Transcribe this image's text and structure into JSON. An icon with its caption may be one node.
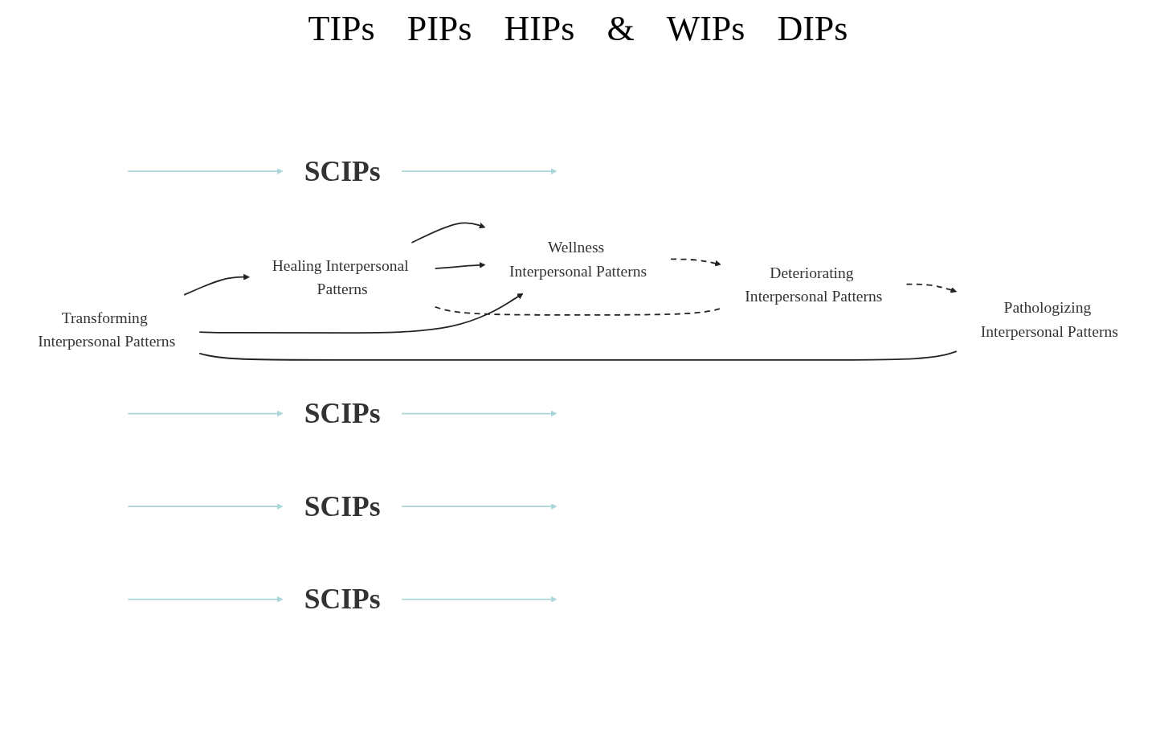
{
  "diagram": {
    "nodes": [
      {
        "text": [
          "SCIPs"
        ]
      },
      {
        "text": [
          "SCIPs"
        ]
      },
      {
        "text": [
          "Transforming Interpersonal Patterns"
        ]
      },
      {
        "text": [
          "Pathologizing Interpersonal Patterns"
        ]
      },
      {
        "text": [
          "Healing Interpersonal Patterns"
        ]
      },
      {
        "text": [
          "Wellness Interpersonal Patterns"
        ]
      },
      {
        "text": [
          "Deteriorating Interpersonal Patterns"
        ]
      },
      {
        "text": [
          "SCIPs"
        ]
      },
      {
        "text": [
          "SCIPs"
        ]
      }
    ],
    "edges": [
      {
        "from": 3,
        "to": 2,
        "arrow": "none"
      },
      {
        "from": 2,
        "to": 4,
        "arrow": "to"
      },
      {
        "from": 2,
        "to": 5,
        "arrow": "to"
      },
      {
        "from": 4,
        "to": 5,
        "arrow": "to"
      },
      {
        "from": 4,
        "to": 5,
        "arrow": "to"
      },
      {
        "from": 5,
        "to": 6,
        "arrow": "to",
        "style": "dashed"
      },
      {
        "from": 4,
        "to": 6,
        "arrow": "none",
        "style": "dashed"
      },
      {
        "from": 6,
        "to": 3,
        "arrow": "to",
        "style": "dashed"
      },
      {
        "from": null,
        "to": 0,
        "arrow": "to",
        "color": "#aad6da"
      },
      {
        "from": 0,
        "to": null,
        "arrow": "to",
        "color": "#aad6da"
      },
      {
        "from": null,
        "to": 1,
        "arrow": "to",
        "color": "#aad6da"
      },
      {
        "from": 1,
        "to": null,
        "arrow": "to",
        "color": "#aad6da"
      },
      {
        "from": null,
        "to": 7,
        "arrow": "to",
        "color": "#aad6da"
      },
      {
        "from": 7,
        "to": null,
        "arrow": "to",
        "color": "#aad6da"
      },
      {
        "from": null,
        "to": 8,
        "arrow": "to",
        "color": "#aad6da"
      },
      {
        "from": 8,
        "to": null,
        "arrow": "to",
        "color": "#aad6da"
      }
    ],
    "labels": [
      "TIPs",
      "PIPs",
      "HIPs",
      "&",
      "WIPs",
      "DIPs"
    ]
  }
}
